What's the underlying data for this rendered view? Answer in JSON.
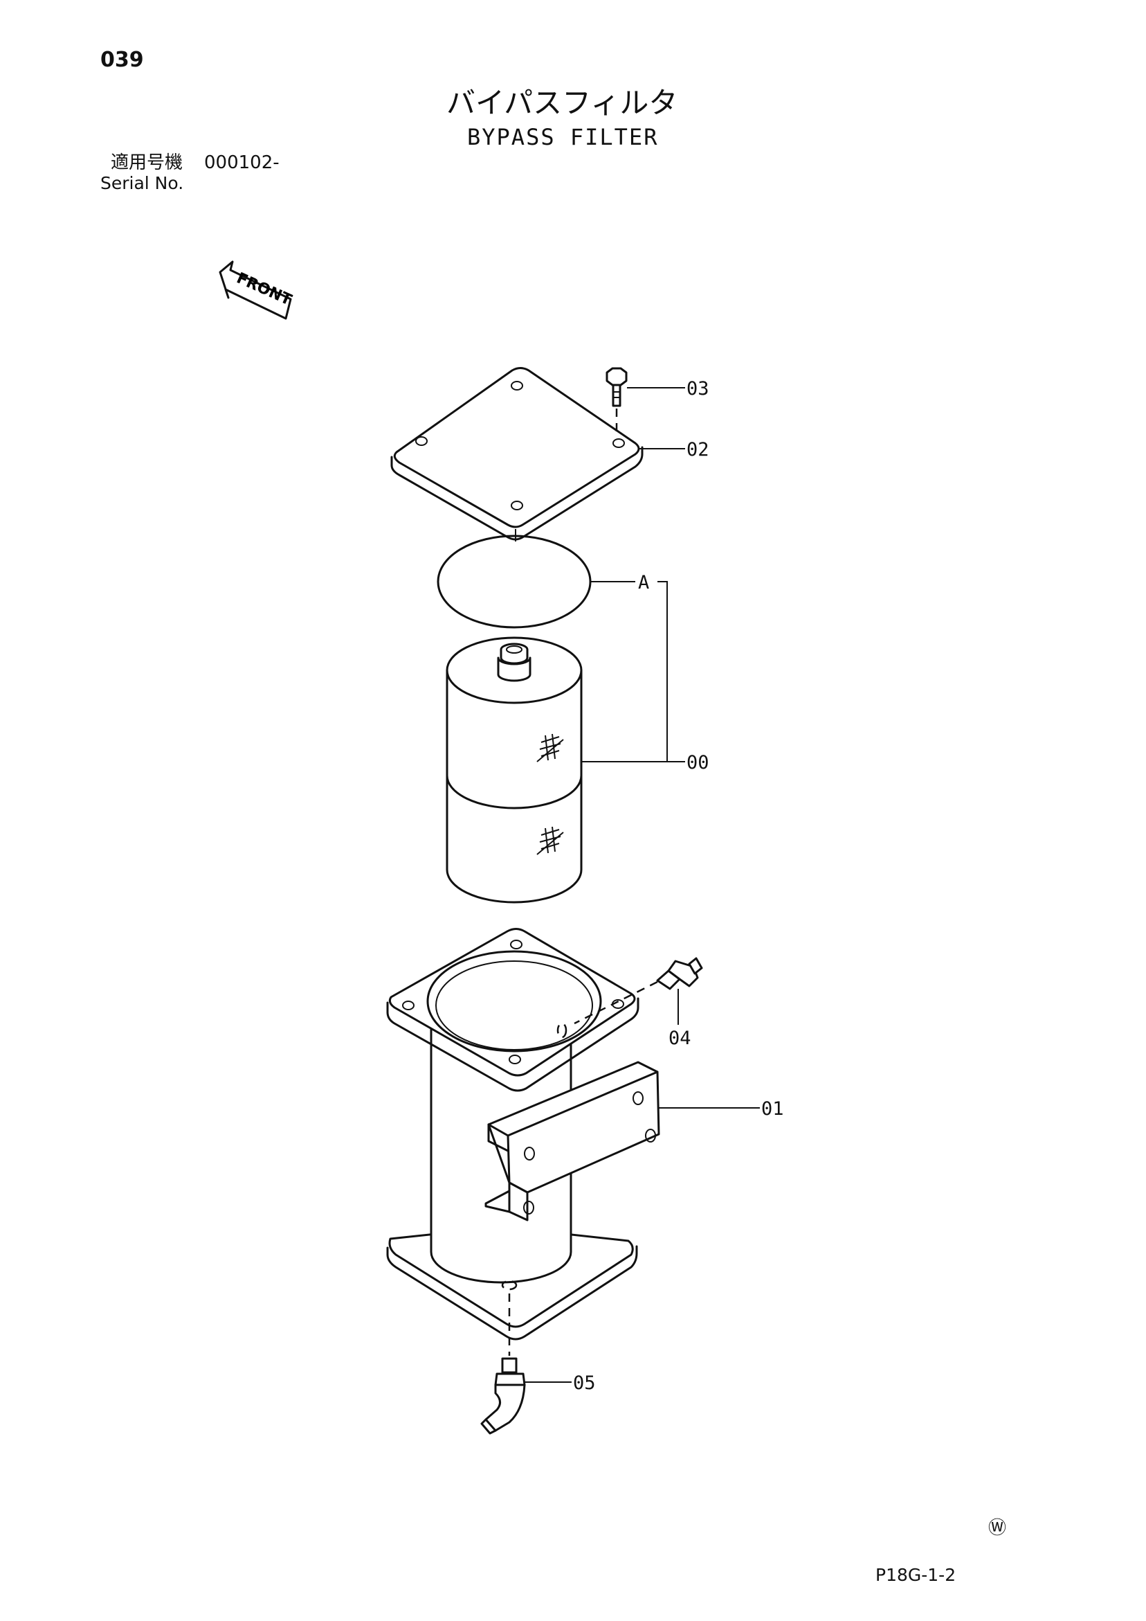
{
  "header": {
    "page_number": "039",
    "title_japanese": "バイパスフィルタ",
    "title_english": "BYPASS FILTER",
    "serial_label_japanese": "適用号機",
    "serial_value": "000102-",
    "serial_label_english": "Serial No."
  },
  "front_arrow": {
    "label": "FRONT"
  },
  "callouts": {
    "c03": "03",
    "c02": "02",
    "cA": "A",
    "c00": "00",
    "c04": "04",
    "c01": "01",
    "c05": "05"
  },
  "footer": {
    "mark": "Ⓦ",
    "drawing_number": "P18G-1-2"
  }
}
